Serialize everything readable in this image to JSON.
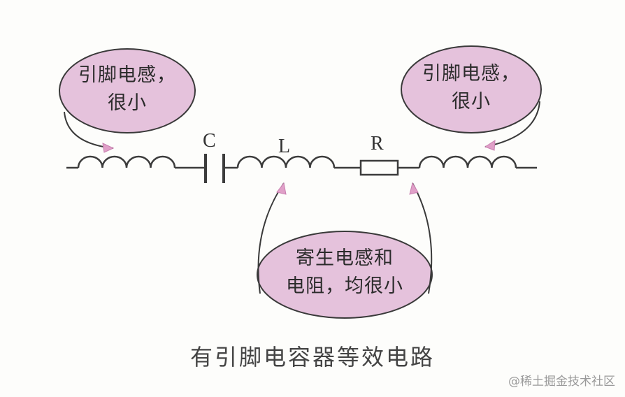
{
  "bubbles": {
    "left": {
      "line1": "引脚电感，",
      "line2": "很小"
    },
    "right": {
      "line1": "引脚电感，",
      "line2": "很小"
    },
    "bottom": {
      "line1": "寄生电感和",
      "line2": "电阻，均很小"
    }
  },
  "components": {
    "c": "C",
    "l": "L",
    "r": "R"
  },
  "caption": "有引脚电容器等效电路",
  "watermark": "@稀土掘金技术社区",
  "colors": {
    "bubble_fill": "#e5c2dc",
    "bubble_stroke": "#3a3a3a",
    "wire": "#3c3c3c",
    "arrow": "#e0a0c8"
  }
}
